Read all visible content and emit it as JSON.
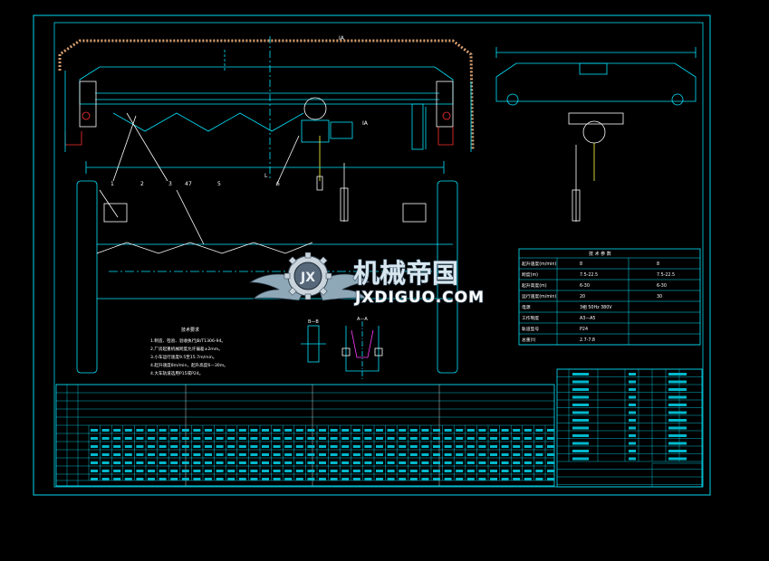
{
  "drawing": {
    "view_labels": {
      "section_a_top": "IA",
      "section_a_mid": "IA",
      "section_aa": "A—A",
      "section_bb": "B—B"
    },
    "dimension_L": "L",
    "part_callouts": [
      "1",
      "2",
      "3",
      "4",
      "5",
      "6",
      "7"
    ],
    "tech_requirements": {
      "heading": "技术要求",
      "lines": [
        "1.制造、检验、验收执行JB/T1306-94。",
        "2.厂房起重机械跨度允许偏差±2mm。",
        "3.小车运行速度9.5至15.7m/min。",
        "4.起升速度8m/min，起升高度6—30m。",
        "4.大车轨道选用P15或P24。"
      ]
    }
  },
  "params_table": {
    "title": "技 术 参 数",
    "rows": [
      [
        "起升速度(m/min)",
        "8",
        "8"
      ],
      [
        "跨度(m)",
        "7.5-22.5",
        "7.5-22.5"
      ],
      [
        "起升高度(m)",
        "6-30",
        "6-30"
      ],
      [
        "运行速度(m/min)",
        "20",
        "30"
      ],
      [
        "电源",
        "3相 50Hz 380V",
        ""
      ],
      [
        "工作制度",
        "A3—A5",
        ""
      ],
      [
        "轨道型号",
        "P24",
        ""
      ],
      [
        "总重(t)",
        "2.7-7.8",
        ""
      ]
    ]
  },
  "watermark": {
    "chinese": "机械帝国",
    "english": "JXDIGUO.COM"
  },
  "colors": {
    "line": "#00e5ff",
    "frame": "#00d8f0",
    "white": "#ffffff",
    "red": "#ff3030",
    "yellow": "#ffff44",
    "magenta": "#ff40ff",
    "hatch_orange": "#d9a070"
  }
}
